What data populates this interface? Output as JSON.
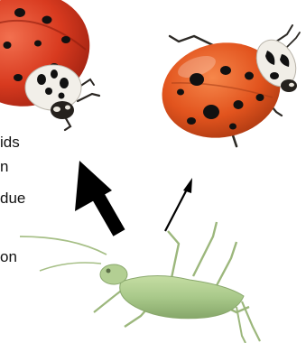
{
  "text_fragments": [
    "ids",
    "n",
    "due",
    "on"
  ],
  "colors": {
    "background": "#ffffff",
    "ladybug_red": "#d83a1f",
    "ladybug_orange": "#e2541e",
    "ladybug_spots": "#111111",
    "aphid_green": "#a9c98a",
    "arrow_black": "#000000"
  }
}
